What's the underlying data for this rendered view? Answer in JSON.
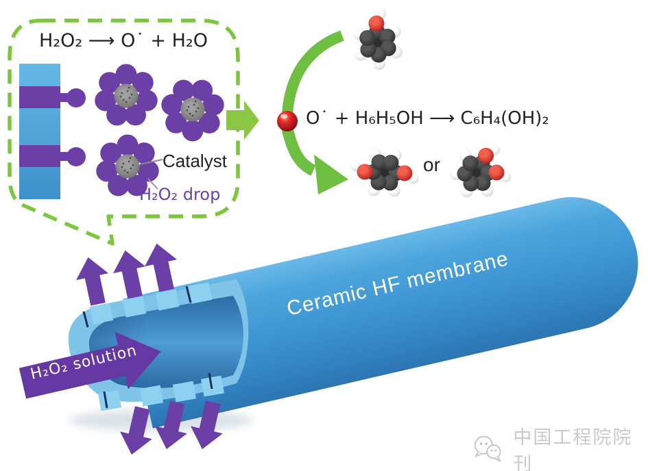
{
  "colors": {
    "green_dash": "#7cc53e",
    "green_arrow": "#8bc644",
    "green_arc": "#6ebe42",
    "purple": "#6b3fa5",
    "bar_light": "#66b8e6",
    "bar_dark": "#3e90ca",
    "tube_light": "#6ab9e8",
    "tube_mid": "#3d93d1",
    "tube_dark": "#2d74b2",
    "ring_light": "#7fc3e8",
    "notch_light": "#8ed0f0",
    "bore_dark": "#2a6aa4",
    "bore_mid": "#4e9cd6",
    "sphere_red": "#c11a1f",
    "text_dark": "#231f20",
    "watermark_gray": "#c9c9c9"
  },
  "bubble": {
    "equation": "H₂O₂ ⟶ O˙ + H₂O",
    "catalyst_label": "Catalyst",
    "drop_label": "H₂O₂ drop"
  },
  "reaction": {
    "equation": "O˙ + H₆H₅OH ⟶ C₆H₄(OH)₂",
    "or_label": "or"
  },
  "membrane": {
    "label": "Ceramic HF membrane",
    "flow_label": "H₂O₂ solution"
  },
  "watermark": {
    "text": "中国工程院院刊"
  }
}
